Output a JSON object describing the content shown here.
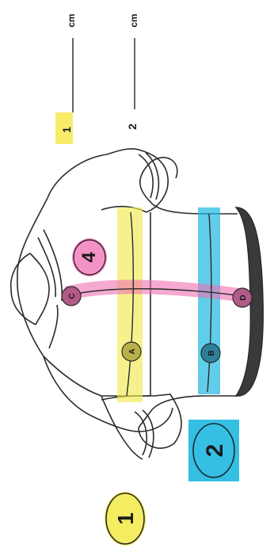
{
  "legend": {
    "items": [
      {
        "number": "1",
        "unit": "cm",
        "highlight_color": "#f7ec6a"
      },
      {
        "number": "2",
        "unit": "cm",
        "highlight_color": "#ffffff"
      }
    ]
  },
  "points": [
    {
      "label": "A",
      "color": "#f3ea50"
    },
    {
      "label": "B",
      "color": "#1fb8e0"
    },
    {
      "label": "C",
      "color": "#ef6fb2"
    },
    {
      "label": "D",
      "color": "#ef6fb2"
    }
  ],
  "handwritten_numbers": [
    {
      "text": "4",
      "color": "#ef6fb2"
    },
    {
      "text": "2",
      "color": "#1fb8e0"
    },
    {
      "text": "1",
      "color": "#f3ea50"
    }
  ],
  "colors": {
    "yellow": "#f3ea50",
    "cyan": "#1fb8e0",
    "pink": "#ef6fb2",
    "outline": "#2b2b2b",
    "hem": "#3a3a3a"
  }
}
